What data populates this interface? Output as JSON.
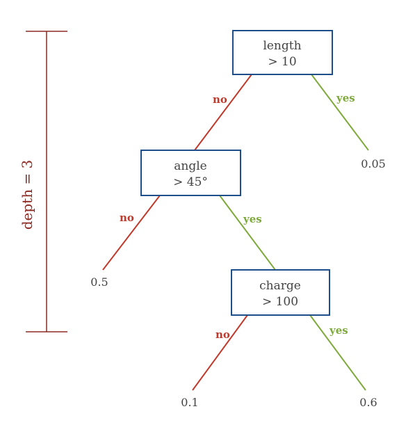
{
  "colors": {
    "no": "#c0392b",
    "yes": "#7daa3a",
    "node_border": "#1d4e89",
    "depth": "#8b2a22",
    "text": "#444444"
  },
  "depth_label": "depth = 3",
  "nodes": {
    "length": {
      "line1": "length",
      "line2": "> 10"
    },
    "angle": {
      "line1": "angle",
      "line2": "> 45°"
    },
    "charge": {
      "line1": "charge",
      "line2": "> 100"
    }
  },
  "edge_labels": {
    "no": "no",
    "yes": "yes"
  },
  "leaves": {
    "length_yes": "0.05",
    "angle_no": "0.5",
    "charge_no": "0.1",
    "charge_yes": "0.6"
  }
}
